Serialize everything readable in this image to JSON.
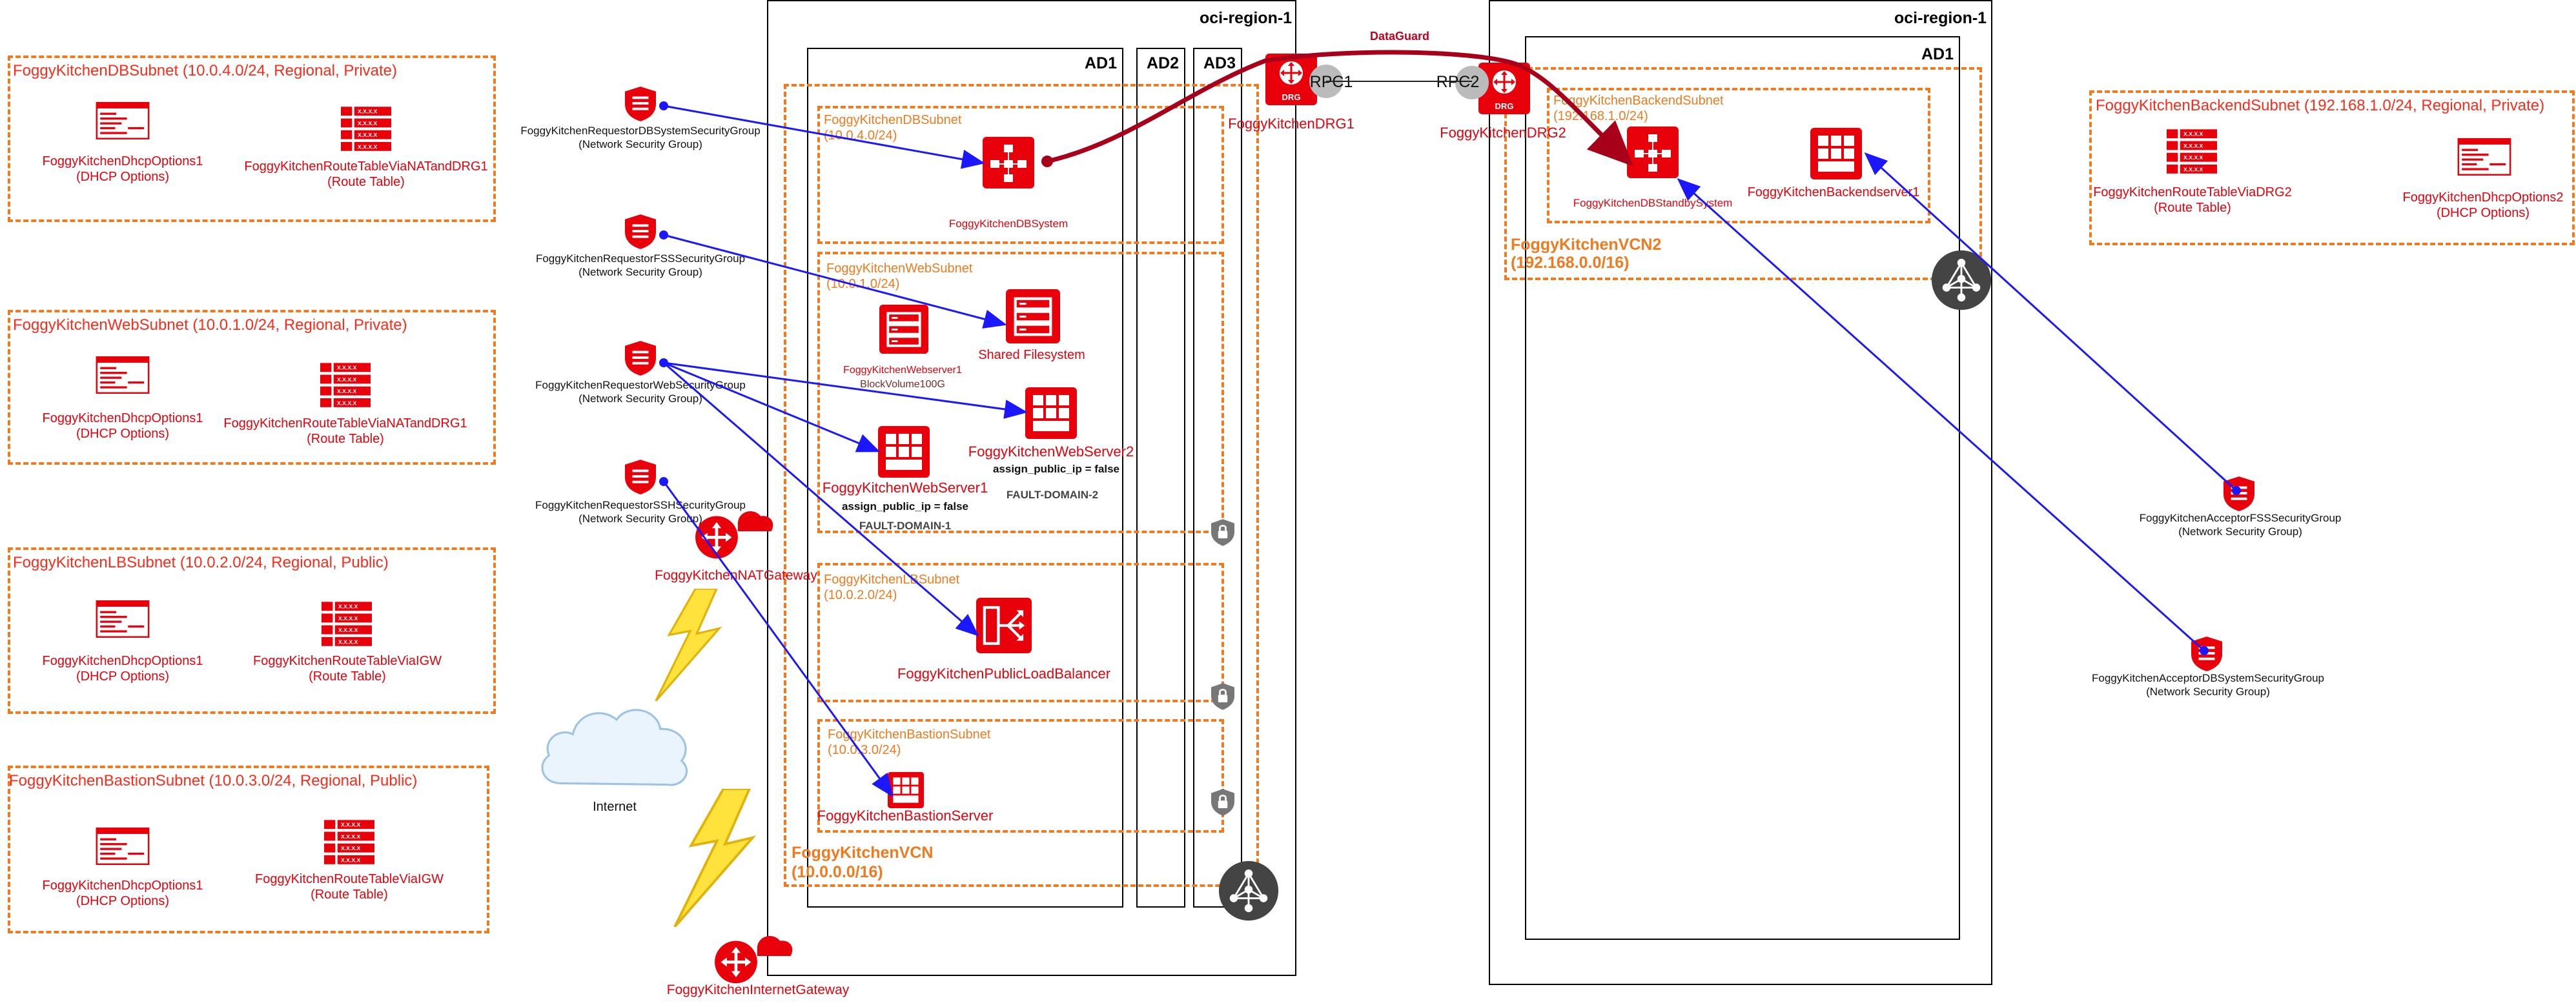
{
  "left_subnets": [
    {
      "title": "FoggyKitchenDBSubnet (10.0.4.0/24, Regional, Private)",
      "dhcp_name": "FoggyKitchenDhcpOptions1",
      "dhcp_type": "(DHCP Options)",
      "rt_name": "FoggyKitchenRouteTableViaNATandDRG1",
      "rt_type": "(Route Table)"
    },
    {
      "title": "FoggyKitchenWebSubnet (10.0.1.0/24, Regional, Private)",
      "dhcp_name": "FoggyKitchenDhcpOptions1",
      "dhcp_type": "(DHCP Options)",
      "rt_name": "FoggyKitchenRouteTableViaNATandDRG1",
      "rt_type": "(Route Table)"
    },
    {
      "title": "FoggyKitchenLBSubnet (10.0.2.0/24, Regional, Public)",
      "dhcp_name": "FoggyKitchenDhcpOptions1",
      "dhcp_type": "(DHCP Options)",
      "rt_name": "FoggyKitchenRouteTableViaIGW",
      "rt_type": "(Route Table)"
    },
    {
      "title": "FoggyKitchenBastionSubnet (10.0.3.0/24, Regional, Public)",
      "dhcp_name": "FoggyKitchenDhcpOptions1",
      "dhcp_type": "(DHCP Options)",
      "rt_name": "FoggyKitchenRouteTableViaIGW",
      "rt_type": "(Route Table)"
    }
  ],
  "right_subnet": {
    "title": "FoggyKitchenBackendSubnet (192.168.1.0/24, Regional, Private)",
    "rt_name": "FoggyKitchenRouteTableViaDRG2",
    "rt_type": "(Route Table)",
    "dhcp_name": "FoggyKitchenDhcpOptions2",
    "dhcp_type": "(DHCP Options)"
  },
  "requestor_nsgs": [
    {
      "name": "FoggyKitchenRequestorDBSystemSecurityGroup",
      "type": "(Network Security Group)"
    },
    {
      "name": "FoggyKitchenRequestorFSSSecurityGroup",
      "type": "(Network Security Group)"
    },
    {
      "name": "FoggyKitchenRequestorWebSecurityGroup",
      "type": "(Network Security Group)"
    },
    {
      "name": "FoggyKitchenRequestorSSHSecurityGroup",
      "type": "(Network Security Group)"
    }
  ],
  "acceptor_nsgs": [
    {
      "name": "FoggyKitchenAcceptorFSSSecurityGroup",
      "type": "(Network Security Group)"
    },
    {
      "name": "FoggyKitchenAcceptorDBSystemSecurityGroup",
      "type": "(Network Security Group)"
    }
  ],
  "region1": {
    "label": "oci-region-1",
    "ads": [
      "AD1",
      "AD2",
      "AD3"
    ],
    "vcn_name": "FoggyKitchenVCN",
    "vcn_cidr": "(10.0.0.0/16)",
    "db_subnet": {
      "name": "FoggyKitchenDBSubnet",
      "cidr": "(10.0.4.0/24)"
    },
    "db_system": "FoggyKitchenDBSystem",
    "web_subnet": {
      "name": "FoggyKitchenWebSubnet",
      "cidr": "(10.0.1.0/24)"
    },
    "webserver1_volume": [
      "FoggyKitchenWebserver1",
      "BlockVolume100G"
    ],
    "shared_fs": "Shared Filesystem",
    "webserver2": "FoggyKitchenWebServer2",
    "webserver2_assign": "assign_public_ip = false",
    "fault_domain2": "FAULT-DOMAIN-2",
    "webserver1": "FoggyKitchenWebServer1",
    "webserver1_assign": "assign_public_ip = false",
    "fault_domain1": "FAULT-DOMAIN-1",
    "lb_subnet": {
      "name": "FoggyKitchenLBSubnet",
      "cidr": "(10.0.2.0/24)"
    },
    "lb": "FoggyKitchenPublicLoadBalancer",
    "bastion_subnet": {
      "name": "FoggyKitchenBastionSubnet",
      "cidr": "(10.0.3.0/24)"
    },
    "bastion": "FoggyKitchenBastionServer",
    "drg": "FoggyKitchenDRG1",
    "rpc": "RPC1",
    "nat": "FoggyKitchenNATGateway",
    "igw": "FoggyKitchenInternetGateway",
    "internet": "Internet"
  },
  "region2": {
    "label": "oci-region-1",
    "ad": "AD1",
    "vcn_name": "FoggyKitchenVCN2",
    "vcn_cidr": "(192.168.0.0/16)",
    "backend_subnet": {
      "name": "FoggyKitchenBackendSubnet",
      "cidr": "(192.168.1.0/24)"
    },
    "db_standby": "FoggyKitchenDBStandbySystem",
    "backend_server": "FoggyKitchenBackendserver1",
    "drg": "FoggyKitchenDRG2",
    "rpc": "RPC2"
  },
  "dataguard": "DataGuard",
  "drg_badge": "DRG",
  "icons": [
    "dhcp-options-icon",
    "route-table-icon",
    "nsg-shield-icon",
    "db-system-icon",
    "file-storage-icon",
    "block-volume-icon",
    "compute-icon",
    "load-balancer-icon",
    "drg-icon",
    "rpc-icon",
    "nat-gateway-icon",
    "internet-gateway-icon",
    "cloud-icon",
    "lightning-icon",
    "security-list-icon",
    "vcn-router-icon"
  ],
  "colors": {
    "oracle_red": "#e8000b",
    "subnet_orange": "#f07a1d",
    "nsg_link_blue": "#1b17ff",
    "dataguard_red": "#a8001a"
  }
}
